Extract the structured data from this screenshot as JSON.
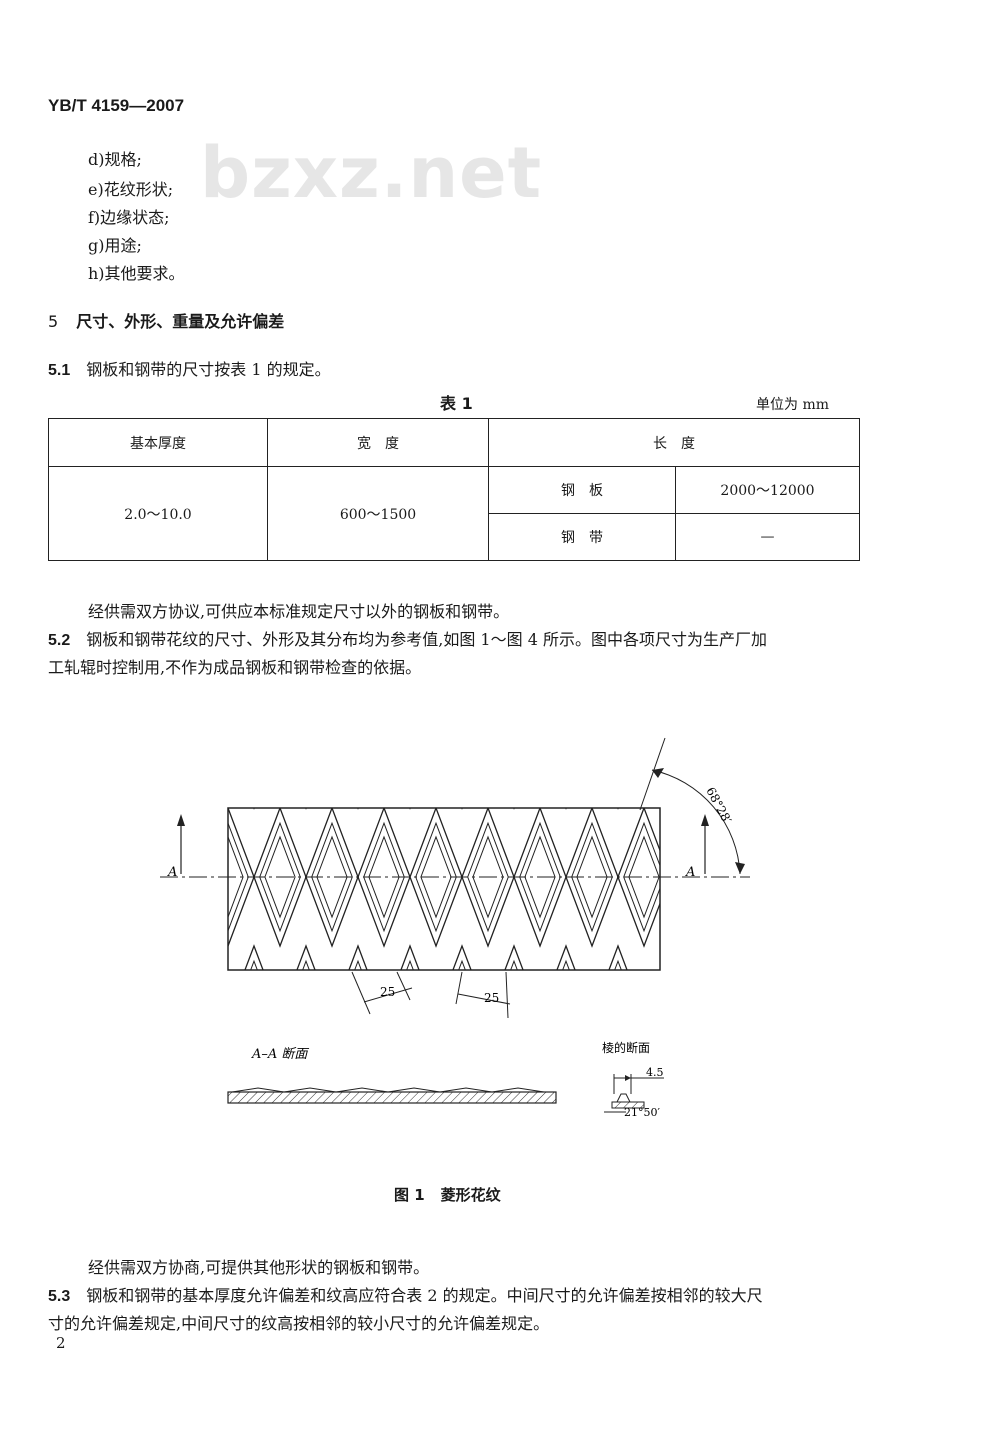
{
  "header": {
    "standard_code": "YB/T 4159—2007"
  },
  "watermark": "bzxz.net",
  "list_items": [
    "d)规格;",
    "e)花纹形状;",
    "f)边缘状态;",
    "g)用途;",
    "h)其他要求。"
  ],
  "section5": {
    "number": "5",
    "title": "尺寸、外形、重量及允许偏差"
  },
  "clause_5_1": {
    "number": "5.1",
    "text": "钢板和钢带的尺寸按表 1 的规定。"
  },
  "table1": {
    "caption": "表 1",
    "unit": "单位为 mm",
    "headers": {
      "thickness": "基本厚度",
      "width": "宽　度",
      "length": "长　度"
    },
    "thickness": "2.0～10.0",
    "width": "600～1500",
    "rows": [
      {
        "type": "钢　板",
        "length": "2000～12000"
      },
      {
        "type": "钢　带",
        "length": "—"
      }
    ]
  },
  "note_after_table": "经供需双方协议,可供应本标准规定尺寸以外的钢板和钢带。",
  "clause_5_2": {
    "number": "5.2",
    "line1": "钢板和钢带花纹的尺寸、外形及其分布均为参考值,如图 1～图 4 所示。图中各项尺寸为生产厂加",
    "line2": "工轧辊时控制用,不作为成品钢板和钢带检查的依据。"
  },
  "figure1": {
    "angle_label": "68°28′",
    "section_marker": "A",
    "dim_left": "25",
    "dim_right": "25",
    "section_title": "A–A 断面",
    "ridge_title": "棱的断面",
    "ridge_width": "4.5",
    "ridge_angle": "21°50′",
    "caption_number": "图 1",
    "caption_text": "菱形花纹"
  },
  "note_after_figure": "经供需双方协商,可提供其他形状的钢板和钢带。",
  "clause_5_3": {
    "number": "5.3",
    "line1": "钢板和钢带的基本厚度允许偏差和纹高应符合表 2 的规定。中间尺寸的允许偏差按相邻的较大尺",
    "line2": "寸的允许偏差规定,中间尺寸的纹高按相邻的较小尺寸的允许偏差规定。"
  },
  "page_number": "2"
}
